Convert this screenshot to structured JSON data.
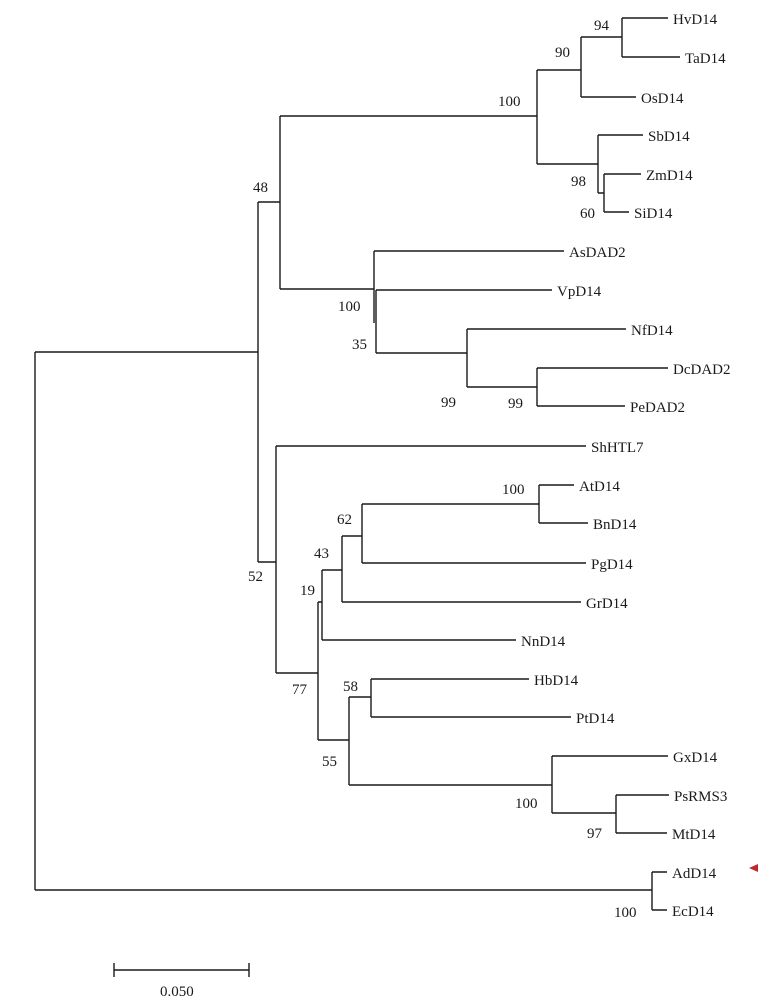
{
  "taxa": {
    "HvD14": "HvD14",
    "TaD14": "TaD14",
    "OsD14": "OsD14",
    "SbD14": "SbD14",
    "ZmD14": "ZmD14",
    "SiD14": "SiD14",
    "AsDAD2": "AsDAD2",
    "VpD14": "VpD14",
    "NfD14": "NfD14",
    "DcDAD2": "DcDAD2",
    "PeDAD2": "PeDAD2",
    "ShHTL7": "ShHTL7",
    "AtD14": "AtD14",
    "BnD14": "BnD14",
    "PgD14": "PgD14",
    "GrD14": "GrD14",
    "NnD14": "NnD14",
    "HbD14": "HbD14",
    "PtD14": "PtD14",
    "GxD14": "GxD14",
    "PsRMS3": "PsRMS3",
    "MtD14": "MtD14",
    "AdD14": "AdD14",
    "EcD14": "EcD14"
  },
  "bootstrap": {
    "hv_ta": "94",
    "hv_ta_os": "90",
    "grasses": "100",
    "zm_si": "98",
    "si": "60",
    "monocot_cereal": "48",
    "vp_clade": "100",
    "nf_clade": "35",
    "nf_dc": "99",
    "dc_pe": "99",
    "eudicot_group": "52",
    "at_bn": "100",
    "at_pg": "62",
    "at_gr": "43",
    "at_nn": "19",
    "lower_eudicot": "77",
    "hb_pt": "58",
    "legumes": "100",
    "ps_mt": "97",
    "hb_gx": "55",
    "ad_ec": "100"
  },
  "scale_bar": {
    "label": "0.050",
    "value": 0.05
  },
  "highlight": {
    "taxon": "AdD14",
    "marker": "red-triangle",
    "color": "#c0282d"
  }
}
